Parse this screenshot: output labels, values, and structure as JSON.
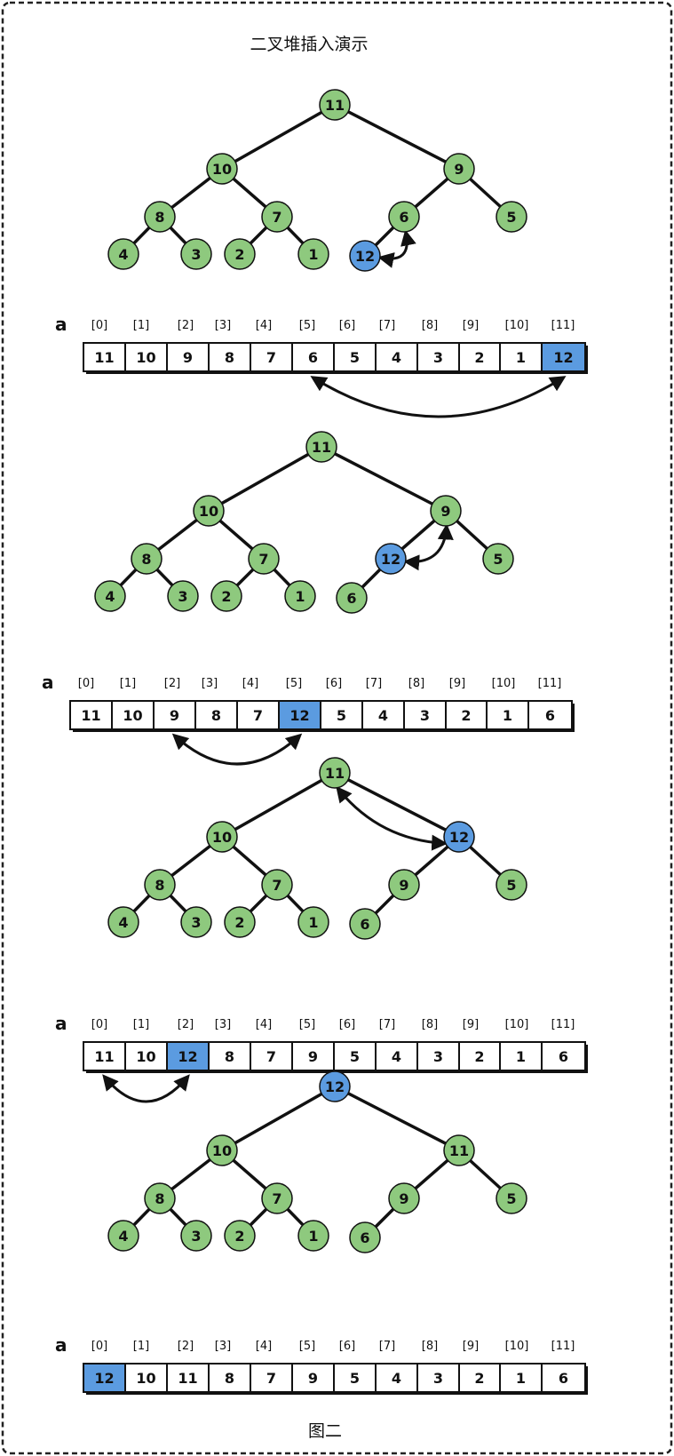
{
  "title": "二叉堆插入演示",
  "caption": "图二",
  "array_label": "a",
  "index_labels": [
    "[0]",
    "[1]",
    "[2]",
    "[3]",
    "[4]",
    "[5]",
    "[6]",
    "[7]",
    "[8]",
    "[9]",
    "[10]",
    "[11]"
  ],
  "colors": {
    "node_fill": "#8ec97e",
    "highlight_fill": "#5b9be0",
    "stroke": "#111111",
    "cell_fill": "#ffffff"
  },
  "steps": [
    {
      "array": [
        11,
        10,
        9,
        8,
        7,
        6,
        5,
        4,
        3,
        2,
        1,
        12
      ],
      "highlight_index": 11,
      "swap_indices": [
        5,
        11
      ],
      "tree_arrow": [
        11,
        5
      ]
    },
    {
      "array": [
        11,
        10,
        9,
        8,
        7,
        12,
        5,
        4,
        3,
        2,
        1,
        6
      ],
      "highlight_index": 5,
      "swap_indices": [
        2,
        5
      ],
      "tree_arrow": [
        5,
        2
      ]
    },
    {
      "array": [
        11,
        10,
        12,
        8,
        7,
        9,
        5,
        4,
        3,
        2,
        1,
        6
      ],
      "highlight_index": 2,
      "swap_indices": [
        0,
        2
      ],
      "tree_arrow": [
        0,
        2
      ]
    },
    {
      "array": [
        12,
        10,
        11,
        8,
        7,
        9,
        5,
        4,
        3,
        2,
        1,
        6
      ],
      "highlight_index": 0,
      "swap_indices": null,
      "tree_arrow": null
    }
  ]
}
